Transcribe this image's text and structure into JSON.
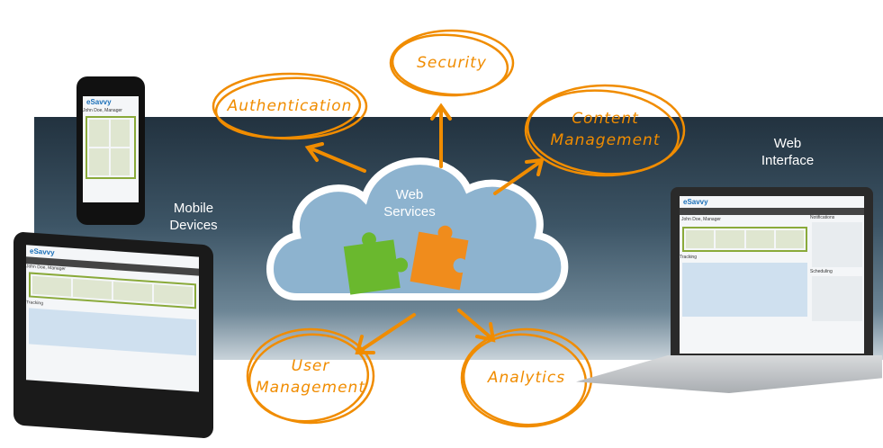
{
  "center": {
    "label_line1": "Web",
    "label_line2": "Services"
  },
  "bubbles": {
    "security": "Security",
    "authentication": "Authentication",
    "content_line1": "Content",
    "content_line2": "Management",
    "user_line1": "User",
    "user_line2": "Management",
    "analytics": "Analytics"
  },
  "labels": {
    "web_line1": "Web",
    "web_line2": "Interface",
    "mobile_line1": "Mobile",
    "mobile_line2": "Devices"
  },
  "app_screen": {
    "brand": "eSavvy",
    "user": "John Doe, Manager",
    "notifications": "Notifications",
    "tracking": "Tracking",
    "scheduling": "Scheduling"
  },
  "colors": {
    "accent": "#f08c00",
    "banner": "#2b3d4d",
    "cloud": "#7fa8c6",
    "puzzle_green": "#6ab82e",
    "puzzle_orange": "#f08c1c"
  }
}
